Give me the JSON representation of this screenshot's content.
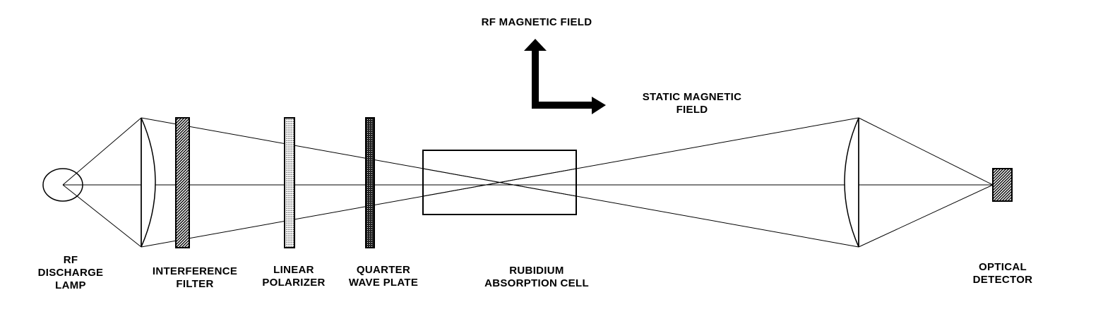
{
  "labels": {
    "lamp": [
      "RF",
      "DISCHARGE",
      "LAMP"
    ],
    "filter": [
      "INTERFERENCE",
      "FILTER"
    ],
    "polarizer": [
      "LINEAR",
      "POLARIZER"
    ],
    "waveplate": [
      "QUARTER",
      "WAVE PLATE"
    ],
    "cell": [
      "RUBIDIUM",
      "ABSORPTION CELL"
    ],
    "detector": [
      "OPTICAL",
      "DETECTOR"
    ],
    "rf_field": "RF MAGNETIC FIELD",
    "static_field": [
      "STATIC MAGNETIC",
      "FIELD"
    ]
  }
}
